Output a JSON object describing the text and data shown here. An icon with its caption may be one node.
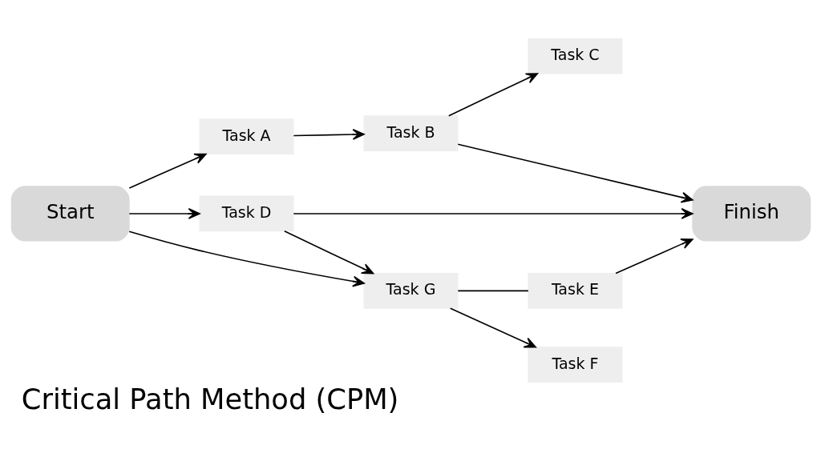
{
  "diagram": {
    "title": "Critical Path Method (CPM)",
    "nodes": [
      {
        "text": [
          "Start"
        ]
      },
      {
        "text": [
          "Task A"
        ]
      },
      {
        "text": [
          "Task B"
        ]
      },
      {
        "text": [
          "Task C"
        ]
      },
      {
        "text": [
          "Task D"
        ]
      },
      {
        "text": [
          "Finish"
        ]
      },
      {
        "text": [
          "Task E"
        ]
      },
      {
        "text": [
          "Task G"
        ]
      },
      {
        "text": [
          "Task F"
        ]
      }
    ],
    "edges": [
      {
        "from": 0,
        "to": 1,
        "arrow": "to"
      },
      {
        "from": 1,
        "to": 2,
        "arrow": "to"
      },
      {
        "from": 2,
        "to": 3,
        "arrow": "to"
      },
      {
        "from": 2,
        "to": 5,
        "arrow": "to"
      },
      {
        "from": 0,
        "to": 4,
        "arrow": "to"
      },
      {
        "from": 4,
        "to": 5,
        "arrow": "to"
      },
      {
        "from": 4,
        "to": 7,
        "arrow": "to"
      },
      {
        "from": 0,
        "to": 7,
        "arrow": "to"
      },
      {
        "from": 7,
        "to": 6,
        "arrow": "none"
      },
      {
        "from": 6,
        "to": 5,
        "arrow": "to"
      },
      {
        "from": 7,
        "to": 8,
        "arrow": "to"
      }
    ]
  }
}
